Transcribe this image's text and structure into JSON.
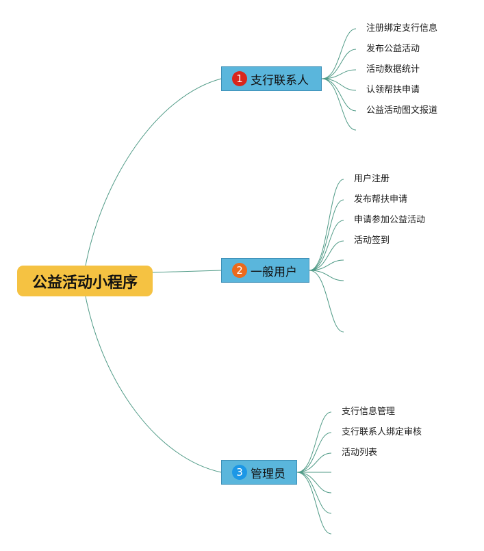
{
  "root": {
    "label": "公益活动小程序"
  },
  "branches": [
    {
      "number": "1",
      "label": "支行联系人",
      "badge_color": "#d9261c",
      "leaves": [
        "注册绑定支行信息",
        "发布公益活动",
        "活动数据统计",
        "认领帮扶申请",
        "公益活动图文报道"
      ]
    },
    {
      "number": "2",
      "label": "一般用户",
      "badge_color": "#ec6a1c",
      "leaves": [
        "用户注册",
        "发布帮扶申请",
        "申请参加公益活动",
        "活动签到"
      ]
    },
    {
      "number": "3",
      "label": "管理员",
      "badge_color": "#1c97e6",
      "leaves": [
        "支行信息管理",
        "支行联系人绑定审核",
        "活动列表"
      ]
    }
  ],
  "colors": {
    "root_fill": "#f5c242",
    "branch_fill": "#5ab6dc",
    "connector": "#4f9a86"
  }
}
